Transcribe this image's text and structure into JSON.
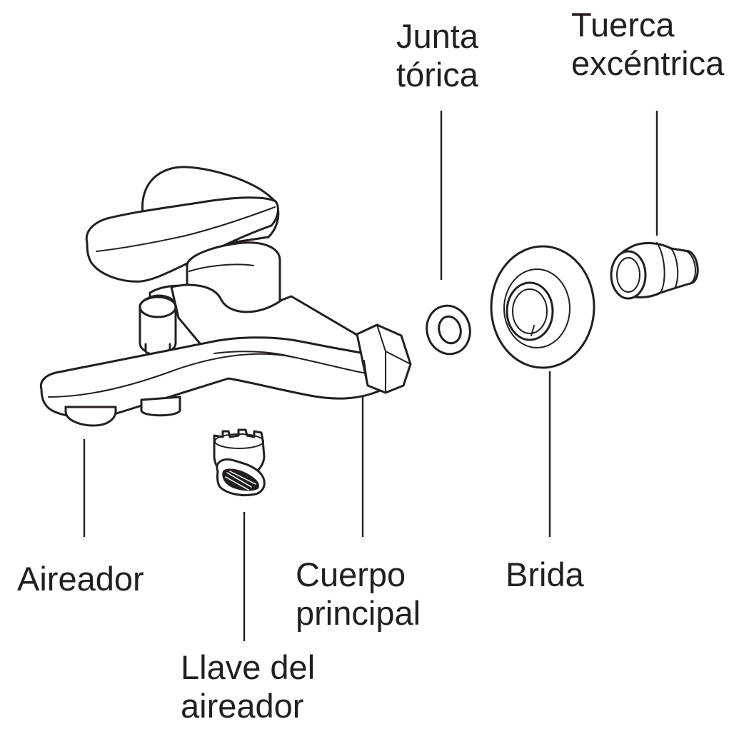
{
  "labels": {
    "junta": {
      "line1": "Junta",
      "line2": "tórica"
    },
    "tuerca": {
      "line1": "Tuerca",
      "line2": "excéntrica"
    },
    "aireador": {
      "line1": "Aireador"
    },
    "cuerpo": {
      "line1": "Cuerpo",
      "line2": "principal"
    },
    "brida": {
      "line1": "Brida"
    },
    "llave": {
      "line1": "Llave del",
      "line2": "aireador"
    }
  },
  "colors": {
    "ink": "#231f20",
    "background": "#ffffff"
  }
}
